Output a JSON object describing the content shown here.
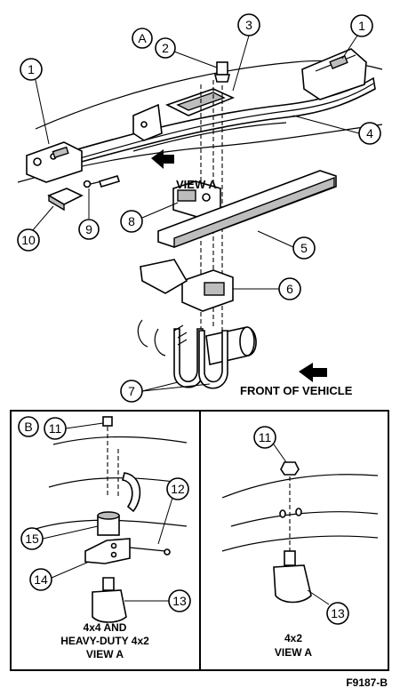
{
  "callouts": {
    "c1a": "1",
    "c1b": "1",
    "c2": "2",
    "c3": "3",
    "c4": "4",
    "c5": "5",
    "c6": "6",
    "c7": "7",
    "c8": "8",
    "c9": "9",
    "c10": "10",
    "c11a": "11",
    "c11b": "11",
    "c12": "12",
    "c13a": "13",
    "c13b": "13",
    "c14": "14",
    "c15": "15"
  },
  "view_markers": {
    "a": "A",
    "b": "B"
  },
  "labels": {
    "view_a": "VIEW A",
    "front_of_vehicle": "FRONT OF VEHICLE",
    "inset_left_line1": "4x4 AND",
    "inset_left_line2": "HEAVY-DUTY 4x2",
    "inset_left_line3": "VIEW A",
    "inset_right_line1": "4x2",
    "inset_right_line2": "VIEW A",
    "figure_id": "F9187-B"
  }
}
